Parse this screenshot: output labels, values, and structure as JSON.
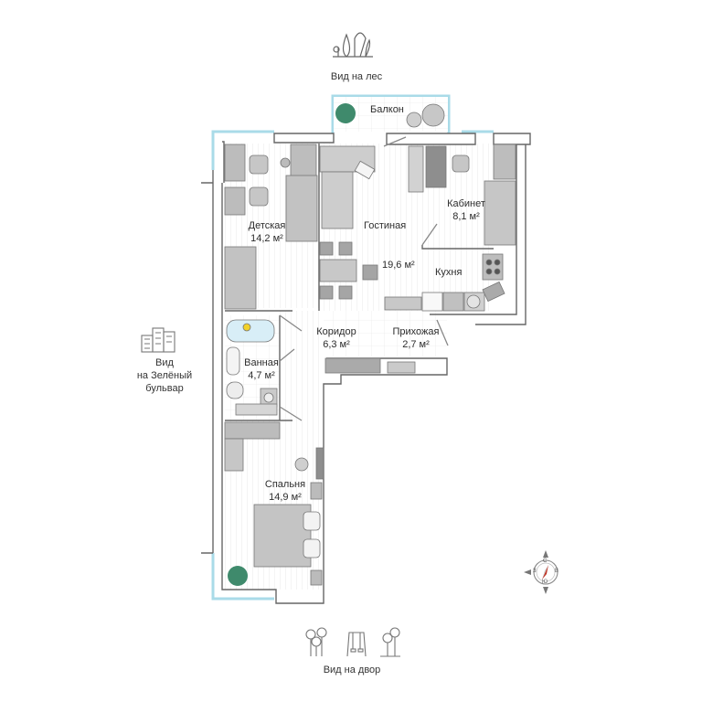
{
  "views": {
    "top": {
      "label": "Вид на лес",
      "icon": "forest-icon"
    },
    "left": {
      "label_lines": [
        "Вид",
        "на Зелёный",
        "бульвар"
      ],
      "icon": "buildings-icon"
    },
    "bottom": {
      "label": "Вид на двор",
      "icon": "playground-icon"
    }
  },
  "rooms": [
    {
      "id": "balcony",
      "name": "Балкон",
      "area": ""
    },
    {
      "id": "kids",
      "name": "Детская",
      "area": "14,2 м²"
    },
    {
      "id": "living",
      "name": "Гостиная",
      "area": "19,6 м²"
    },
    {
      "id": "study",
      "name": "Кабинет",
      "area": "8,1 м²"
    },
    {
      "id": "kitchen",
      "name": "Кухня",
      "area": ""
    },
    {
      "id": "corridor",
      "name": "Коридор",
      "area": "6,3 м²"
    },
    {
      "id": "hall",
      "name": "Прихожая",
      "area": "2,7 м²"
    },
    {
      "id": "bathroom",
      "name": "Ванная",
      "area": "4,7 м²"
    },
    {
      "id": "bedroom",
      "name": "Спальня",
      "area": "14,9 м²"
    }
  ],
  "compass": {
    "letters": [
      "С",
      "В",
      "Ю",
      "З"
    ]
  },
  "colors": {
    "window_outline": "#a9dbe8",
    "wall": "#555555",
    "furniture": "#c8c8c8",
    "furniture_dark": "#8e8e8e",
    "plant": "#3f8a6c",
    "compass_accent": "#c0392b",
    "floor_stripes": "#ececec"
  }
}
